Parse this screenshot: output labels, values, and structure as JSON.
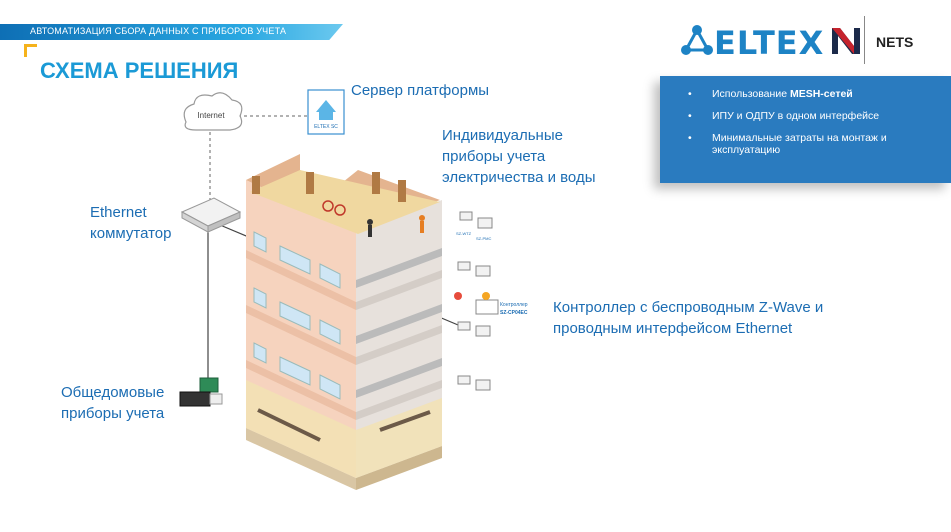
{
  "header": {
    "banner": "АВТОМАТИЗАЦИЯ  СБОРА ДАННЫХ С ПРИБОРОВ УЧЕТА",
    "title": "СХЕМА РЕШЕНИЯ"
  },
  "logo": {
    "eltex": "ELTEX",
    "nets": "NETS"
  },
  "infobox": {
    "item1_prefix": "Использование ",
    "item1_bold": "MESH-сетей",
    "item2": "ИПУ и  ОДПУ в одном интерфейсе",
    "item3": "Минимальные затраты на монтаж и эксплуатацию"
  },
  "labels": {
    "server": "Сервер платформы",
    "internet": "Internet",
    "eltex_sc": "ELTEX SC",
    "ethernet_line1": "Ethernet",
    "ethernet_line2": "коммутатор",
    "individual_line1": "Индивидуальные",
    "individual_line2": "приборы учета",
    "individual_line3": "электричества и воды",
    "controller_line1": "Контроллер с беспроводным Z-Wave и",
    "controller_line2": "проводным интерфейсом Ethernet",
    "common_line1": "Общедомовые",
    "common_line2": "приборы учета",
    "controller_tag1": "Контроллер",
    "controller_tag2": "SZ-CP04EC",
    "device_wtz": "SZ-WTZ",
    "device_pmc": "SZ-PMC"
  },
  "colors": {
    "accent": "#1b9ad6",
    "label": "#1c6db3",
    "infobox": "#2a7bbf",
    "banner_corner": "#f5b21b"
  }
}
